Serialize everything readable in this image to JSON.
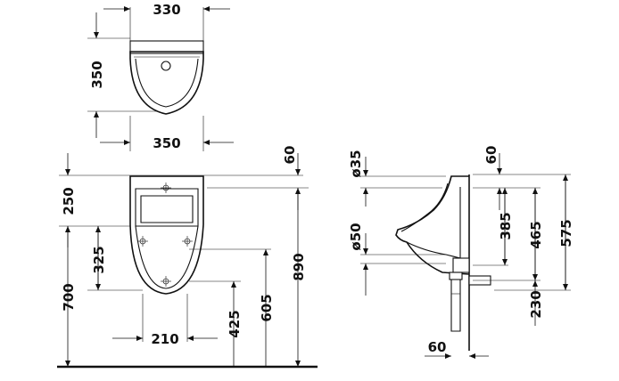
{
  "dimensions": {
    "top_width": "330",
    "top_depth": "350",
    "top_outer_width": "350",
    "front_top_offset": "60",
    "front_250": "250",
    "front_325": "325",
    "front_700": "700",
    "front_210": "210",
    "front_425": "425",
    "front_605": "605",
    "front_890": "890",
    "side_dia_35": "ø35",
    "side_dia_50": "ø50",
    "side_top_offset": "60",
    "side_385": "385",
    "side_465": "465",
    "side_575": "575",
    "side_230": "230",
    "side_60": "60"
  },
  "colors": {
    "line": "#111111",
    "background": "#ffffff"
  }
}
